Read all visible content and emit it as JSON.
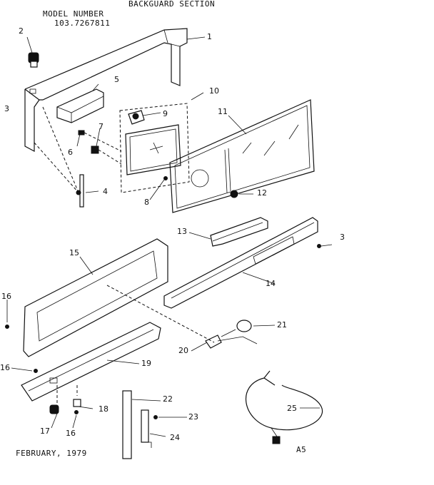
{
  "header": {
    "section_title": "BACKGUARD SECTION",
    "model_label": "MODEL NUMBER",
    "model_number": "103.7267811"
  },
  "footer": {
    "date": "FEBRUARY, 1979",
    "code": "A5"
  },
  "callouts": [
    "1",
    "2",
    "3",
    "3",
    "4",
    "5",
    "6",
    "7",
    "8",
    "9",
    "10",
    "11",
    "12",
    "13",
    "14",
    "15",
    "16",
    "16",
    "16",
    "17",
    "18",
    "19",
    "20",
    "21",
    "22",
    "23",
    "24",
    "25"
  ]
}
